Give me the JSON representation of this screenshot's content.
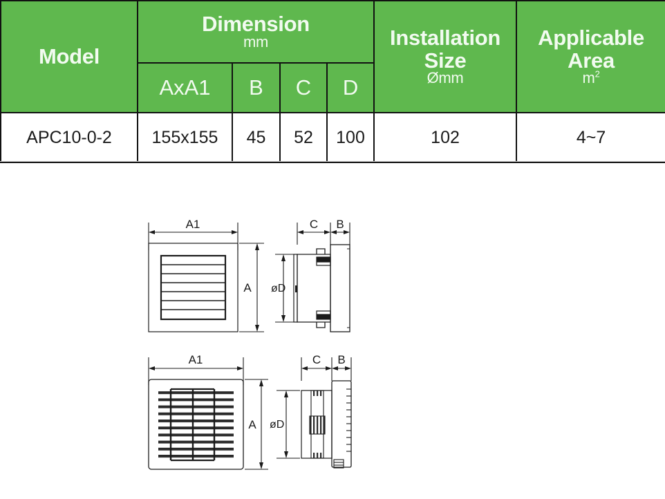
{
  "table": {
    "headers": {
      "model": "Model",
      "dimension": "Dimension",
      "dimension_unit": "mm",
      "a_xa1": "AxA1",
      "b": "B",
      "c": "C",
      "d": "D",
      "installation_size": "Installation Size",
      "installation_unit": "Ømm",
      "applicable_area": "Applicable Area",
      "applicable_unit_base": "m",
      "applicable_unit_exp": "2"
    },
    "rows": [
      {
        "model": "APC10-0-2",
        "a_xa1": "155x155",
        "b": "45",
        "c": "52",
        "d": "100",
        "installation_size": "102",
        "applicable_area": "4~7"
      }
    ],
    "header_bg": "#5fb84e",
    "header_text": "#f2fbf0",
    "border_color": "#111111"
  },
  "drawings": {
    "top_left": {
      "name": "louvered-grille-front-view",
      "labels": {
        "width": "A1",
        "height": "A"
      }
    },
    "top_right": {
      "name": "louvered-grille-side-view",
      "labels": {
        "c": "C",
        "b": "B",
        "diameter": "øD"
      }
    },
    "bottom_left": {
      "name": "fine-grille-front-view",
      "labels": {
        "width": "A1",
        "height": "A"
      }
    },
    "bottom_right": {
      "name": "fine-grille-side-view",
      "labels": {
        "c": "C",
        "b": "B",
        "diameter": "øD"
      }
    }
  }
}
